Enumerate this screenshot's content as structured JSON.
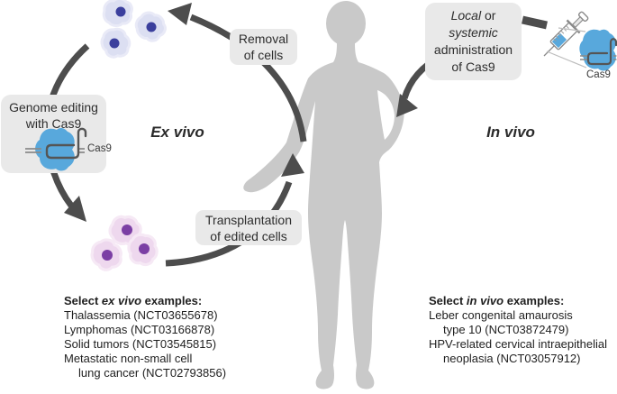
{
  "palette": {
    "arrow_gray": "#4d4d4d",
    "box_bg": "#e9e9e9",
    "body_gray": "#c9c9c9",
    "cas9_blue": "#58a8dc",
    "cell_body_lavender": "#dcdff2",
    "cell_nucleus_blue": "#3b3f9d",
    "edited_cell_body_pink": "#eed8ee",
    "edited_cell_nucleus_purple": "#7b3fa4"
  },
  "cycle_labels": {
    "ex_vivo": "Ex vivo",
    "in_vivo": "In vivo"
  },
  "boxes": {
    "removal": {
      "line1": "Removal",
      "line2": "of cells"
    },
    "genome_editing": {
      "line1": "Genome editing",
      "line2": "with Cas9",
      "icon_label": "Cas9"
    },
    "transplantation": {
      "line1": "Transplantation",
      "line2": "of edited cells"
    },
    "administration": {
      "word1": "Local",
      "word1_rest": " or",
      "word2": "systemic",
      "line3": "administration",
      "line4": "of Cas9"
    }
  },
  "syringe_callout": {
    "icon_label": "Cas9"
  },
  "example_lists": {
    "ex_vivo": {
      "heading": {
        "prefix": "Select ",
        "italic": "ex vivo",
        "suffix": " examples:"
      },
      "lines": [
        "Thalassemia (NCT03655678)",
        "Lymphomas (NCT03166878)",
        "Solid tumors (NCT03545815)",
        "Metastatic non-small cell",
        "lung cancer (NCT02793856)"
      ]
    },
    "in_vivo": {
      "heading": {
        "prefix": "Select ",
        "italic": "in vivo",
        "suffix": " examples:"
      },
      "lines": [
        "Leber congenital amaurosis",
        "type 10 (NCT03872479)",
        "HPV-related cervical intraepithelial",
        "neoplasia (NCT03057912)"
      ]
    }
  }
}
